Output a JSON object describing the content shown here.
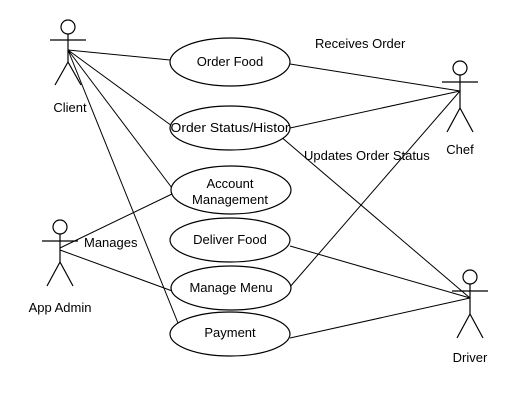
{
  "actors": {
    "client": "Client",
    "chef": "Chef",
    "app_admin": "App Admin",
    "driver": "Driver"
  },
  "use_cases": {
    "order_food": "Order Food",
    "order_status_1": "Order Status/Histor",
    "account_1": "Account",
    "account_2": "Management",
    "deliver_food": "Deliver Food",
    "manage_menu": "Manage Menu",
    "payment": "Payment"
  },
  "labels": {
    "receives_order": "Receives Order",
    "updates_order_status": "Updates Order Status",
    "manages": "Manages"
  }
}
